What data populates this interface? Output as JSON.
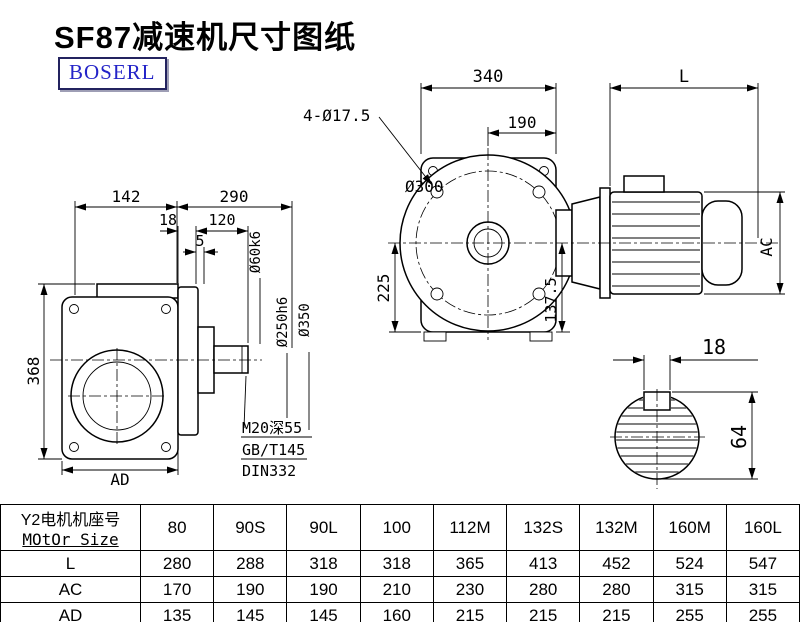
{
  "title": "SF87减速机尺寸图纸",
  "brand": "BOSERL",
  "drawing": {
    "side_view": {
      "dim_142": "142",
      "dim_290": "290",
      "dim_18": "18",
      "dim_120": "120",
      "dim_5": "5",
      "dim_368": "368",
      "dim_AD": "AD",
      "shaft_dia": "Ø60k6",
      "spigot_dia": "Ø250h6",
      "flange_dia": "Ø350",
      "tap_note": "M20深55",
      "std_note1": "GB/T145",
      "std_note2": "DIN332"
    },
    "front_view": {
      "dim_340": "340",
      "dim_L": "L",
      "dim_190": "190",
      "holes_note": "4-Ø17.5",
      "bolt_circle_dia": "Ø300",
      "dim_225": "225",
      "dim_137_5": "137.5",
      "dim_AC": "AC"
    },
    "shaft_view": {
      "key_width": "18",
      "height_over_key": "64"
    }
  },
  "table": {
    "header": {
      "col0_line1": "Y2电机机座号",
      "col0_line2": "MOtOr Size",
      "sizes": [
        "80",
        "90S",
        "90L",
        "100",
        "112M",
        "132S",
        "132M",
        "160M",
        "160L"
      ]
    },
    "rows": [
      {
        "label": "L",
        "values": [
          "280",
          "288",
          "318",
          "318",
          "365",
          "413",
          "452",
          "524",
          "547"
        ]
      },
      {
        "label": "AC",
        "values": [
          "170",
          "190",
          "190",
          "210",
          "230",
          "280",
          "280",
          "315",
          "315"
        ]
      },
      {
        "label": "AD",
        "values": [
          "135",
          "145",
          "145",
          "160",
          "215",
          "215",
          "215",
          "255",
          "255"
        ]
      }
    ]
  }
}
